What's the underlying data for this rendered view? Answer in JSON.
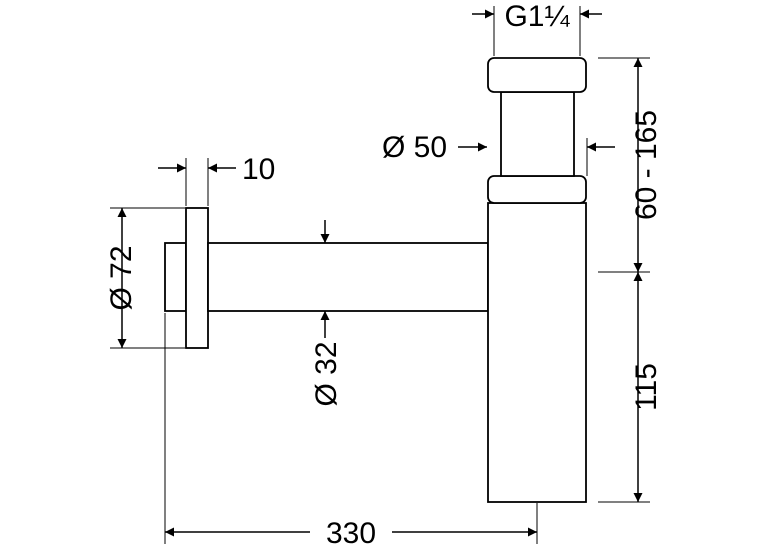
{
  "dimensions": {
    "thread": "G1¼",
    "outlet_diameter": "Ø 50",
    "height_range": "60 - 165",
    "flange_thickness": "10",
    "flange_diameter": "Ø 72",
    "pipe_diameter": "Ø 32",
    "trap_height": "115",
    "length": "330"
  }
}
